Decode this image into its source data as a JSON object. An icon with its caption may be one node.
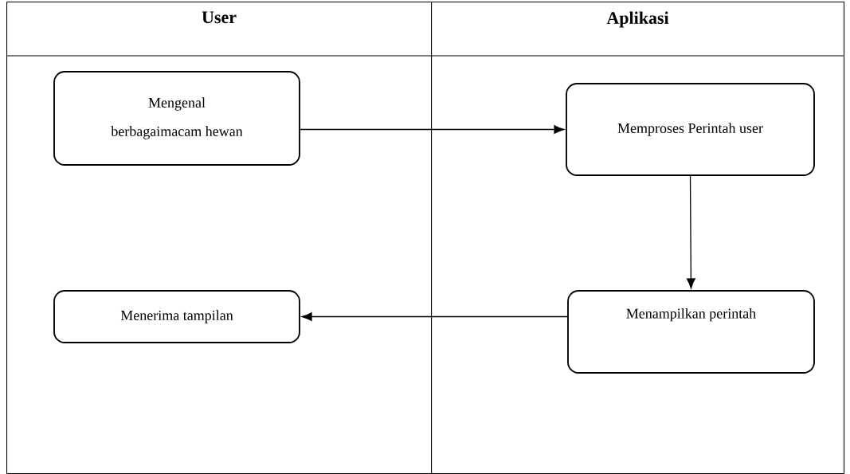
{
  "diagram": {
    "nodes": [
      {
        "text": [
          "User"
        ]
      },
      {
        "text": [
          "Aplikasi"
        ]
      },
      {
        "text": [
          "Mengenal berbagaimacam hewan"
        ],
        "in": 0
      },
      {
        "text": [
          "Memproses Perintah user"
        ],
        "in": 1
      },
      {
        "text": [
          "Menerima tampilan"
        ],
        "in": 0
      },
      {
        "text": [
          "Menampilkan perintah"
        ],
        "in": 1
      }
    ],
    "edges": [
      {
        "from": 2,
        "to": 3,
        "arrow": "to"
      },
      {
        "from": 3,
        "to": 5,
        "arrow": "to"
      },
      {
        "from": 5,
        "to": 4,
        "arrow": "to"
      }
    ]
  }
}
